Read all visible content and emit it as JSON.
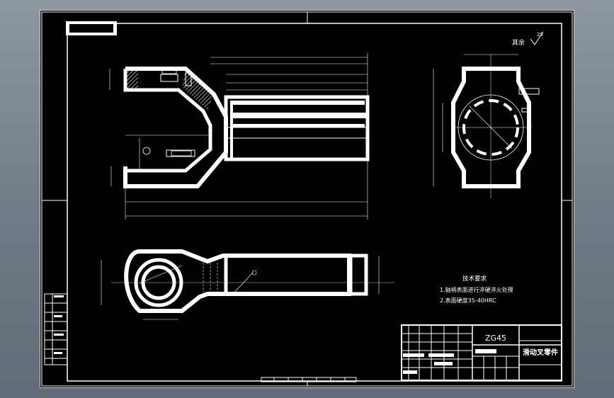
{
  "surface_finish": {
    "label": "其余",
    "value": "25"
  },
  "tech_requirements": {
    "title": "技术要求",
    "items": [
      "1.轴柄表面进行淬硬淬火处理",
      "2.表面硬度35-40HRC"
    ]
  },
  "title_block": {
    "material": "ZG45",
    "part_name": "滑动叉零件"
  },
  "colors": {
    "background": "#000000",
    "lines": "#ffffff",
    "frame": "#cfd3d8"
  }
}
